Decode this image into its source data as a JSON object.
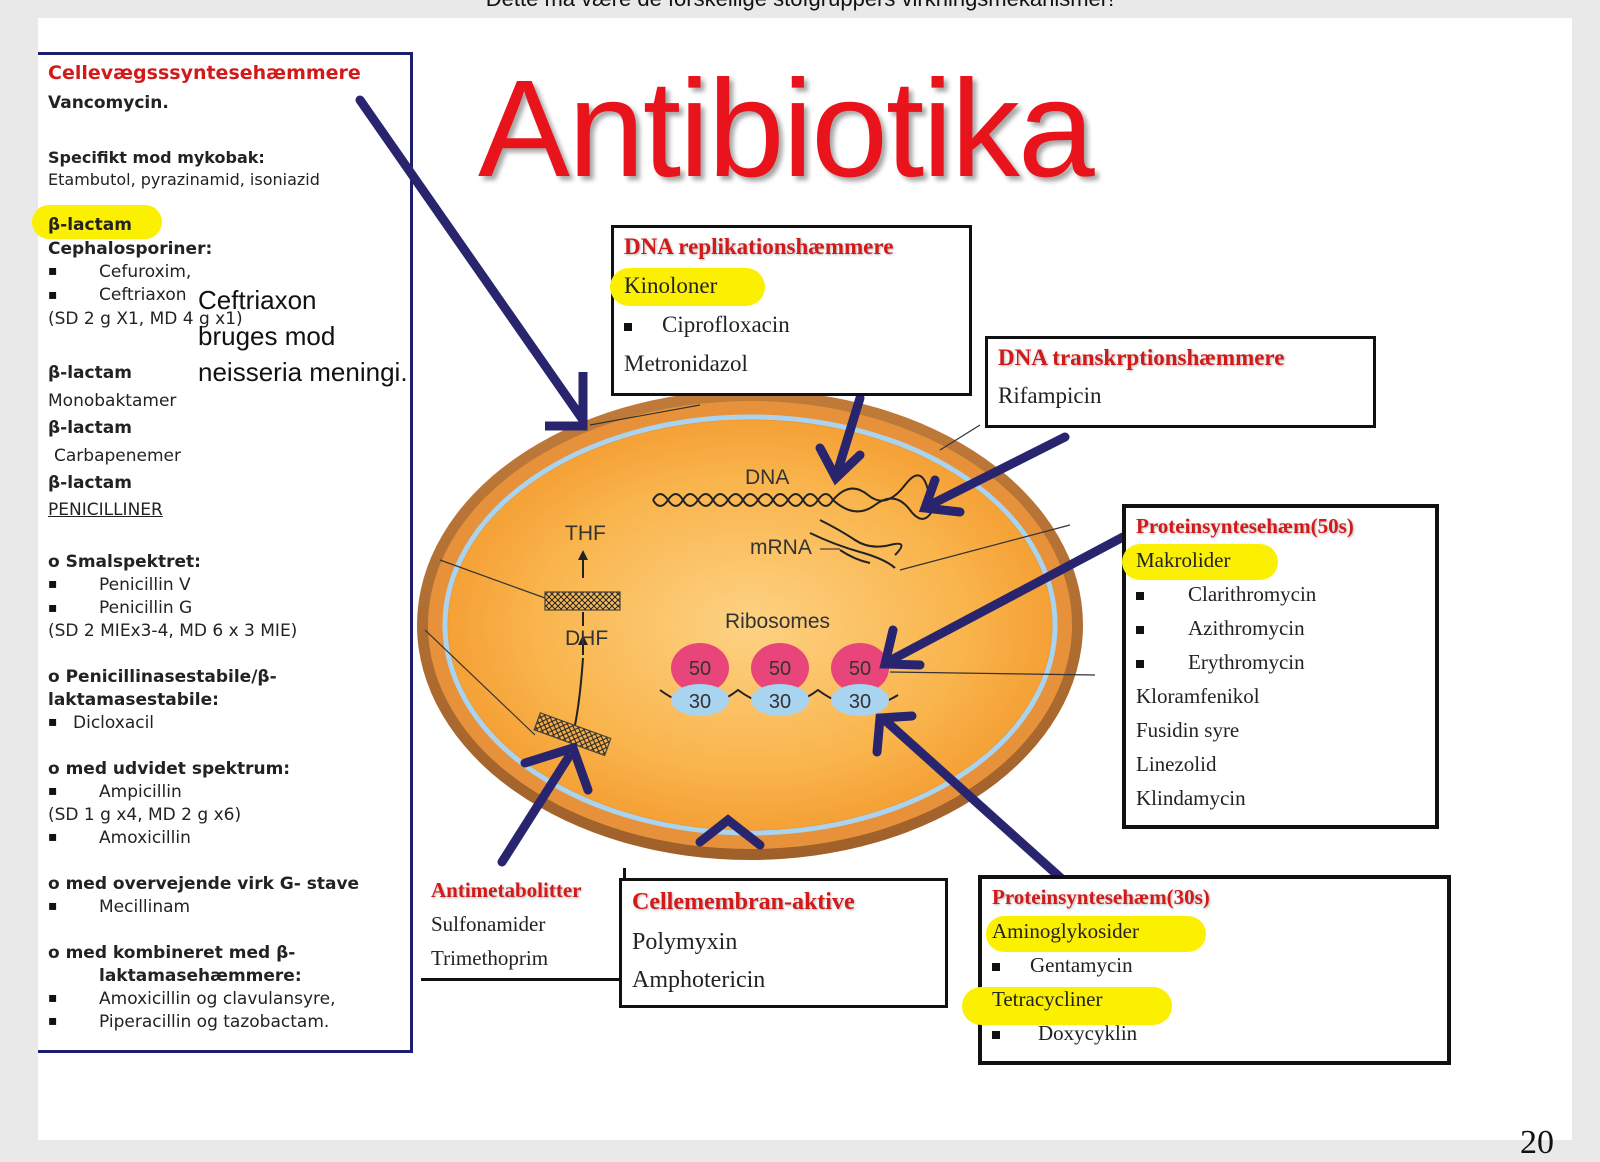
{
  "top_caption": "Dette må være de forskellige stofgruppers virkningsmekanismer!",
  "page_number": "20",
  "title": "Antibiotika",
  "left_panel": {
    "heading": "Cellevægsssyntesehæmmere",
    "vancomycin": "Vancomycin.",
    "mykobak_label": "Specifikt mod mykobak:",
    "mykobak_drugs": "Etambutol, pyrazinamid, isoniazid",
    "blactam": "β-lactam",
    "cephalosporiner": "Cephalosporiner:",
    "cefuroxim": "Cefuroxim,",
    "ceftriaxon": "Ceftriaxon",
    "ceftriaxon_dose": "(SD 2 g X1, MD 4 g x1)",
    "monobaktamer": "Monobaktamer",
    "carbapenemer": "Carbapenemer",
    "penicilliner": "PENICILLINER",
    "smalspektret": "o Smalspektret:",
    "penicillin_v": "Penicillin V",
    "penicillin_g": "Penicillin G",
    "penicillin_dose": "(SD 2 MIEx3-4, MD 6 x 3 MIE)",
    "penicillinase_1": "o Penicillinasestabile/β-",
    "penicillinase_2": "laktamasestabile:",
    "dicloxacil": "Dicloxacil",
    "udvidet": "o med udvidet spektrum:",
    "ampicillin": "Ampicillin",
    "ampicillin_dose": "(SD 1 g x4, MD 2 g x6)",
    "amoxicillin": "Amoxicillin",
    "overvejende": "o med overvejende virk G- stave",
    "mecillinam": "Mecillinam",
    "kombineret_1": "o med kombineret med β-",
    "kombineret_2": "laktamasehæmmere:",
    "amox_clav": "Amoxicillin  og clavulansyre,",
    "pip_tazo": "Piperacillin  og tazobactam.",
    "bullet": "▪"
  },
  "note": {
    "line1": "Ceftriaxon",
    "line2": "bruges mod",
    "line3": "neisseria meningi."
  },
  "box_dna_rep": {
    "heading": "DNA replikationshæmmere",
    "item1": "Kinoloner",
    "item2": "Ciprofloxacin",
    "item3": "Metronidazol"
  },
  "box_dna_trans": {
    "heading": "DNA transkrptionshæmmere",
    "item1": "Rifampicin"
  },
  "box_50s": {
    "heading": "Proteinsyntesehæm(50s)",
    "items": [
      "Makrolider",
      "Clarithromycin",
      "Azithromycin",
      "Erythromycin",
      "Kloramfenikol",
      "Fusidin syre",
      "Linezolid",
      "Klindamycin"
    ]
  },
  "box_antimet": {
    "heading": "Antimetabolitter",
    "item1": "Sulfonamider",
    "item2": "Trimethoprim"
  },
  "box_membran": {
    "heading": "Cellemembran-aktive",
    "item1": "Polymyxin",
    "item2": "Amphotericin"
  },
  "box_30s": {
    "heading": "Proteinsyntesehæm(30s)",
    "item1": "Aminoglykosider",
    "item2": "Gentamycin",
    "item3": "Tetracycliner",
    "item4": "Doxycyklin"
  },
  "cell_labels": {
    "dna": "DNA",
    "mrna": "mRNA",
    "thf": "THF",
    "dhf": "DHF",
    "ribosomes": "Ribosomes",
    "r50": "50",
    "r30": "30"
  },
  "colors": {
    "title_red": "#e8131b",
    "heading_red": "#d21a1a",
    "arrow_navy": "#28256e",
    "highlight_yellow": "#fbf000",
    "cell_orange": "#f7a23a",
    "cell_wall_brown": "#b46a2e",
    "ribosome_50_pink": "#e8457a",
    "ribosome_30_blue": "#a8d4ef"
  }
}
